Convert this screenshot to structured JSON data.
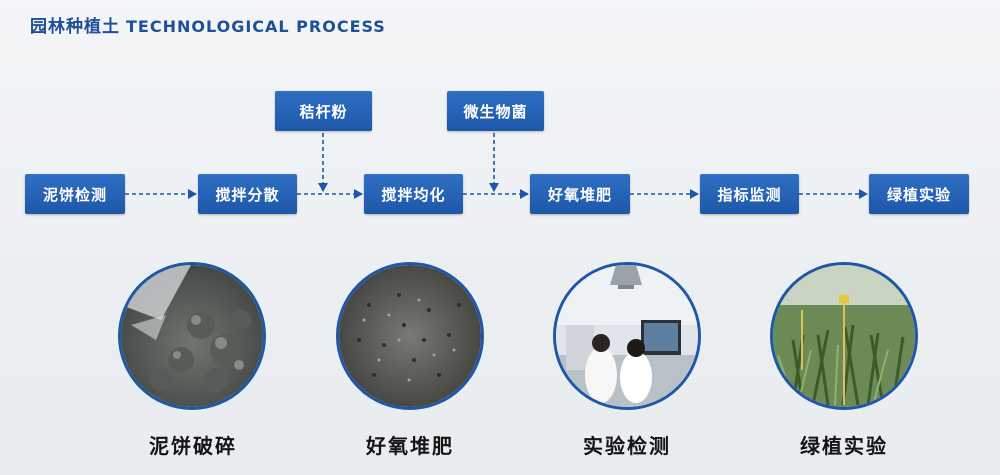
{
  "header": {
    "title_cn": "园林种植土",
    "title_en": "TECHNOLOGICAL PROCESS"
  },
  "flow": {
    "steps": [
      "泥饼检测",
      "搅拌分散",
      "搅拌均化",
      "好氧堆肥",
      "指标监测",
      "绿植实验"
    ],
    "inputs": [
      "秸杆粉",
      "微生物菌"
    ]
  },
  "photos": {
    "captions": [
      "泥饼破碎",
      "好氧堆肥",
      "实验检测",
      "绿植实验"
    ]
  },
  "colors": {
    "accent": "#1e57a8",
    "title": "#1f4f9a",
    "arrow": "#1e57a8"
  }
}
